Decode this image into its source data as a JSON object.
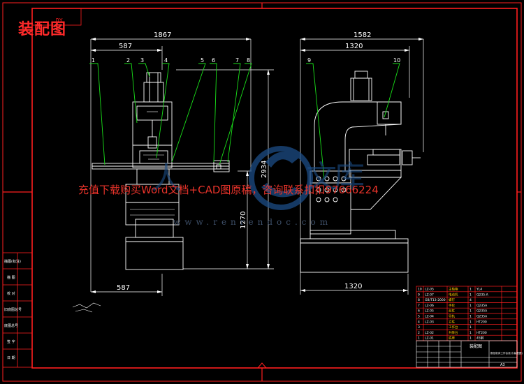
{
  "drawing": {
    "title": "装配图",
    "watermark_ad": "充值下载购买Word文档+CAD图原稿，咨询联系扣扣97666224",
    "watermark_url": "www.renrendoc.com",
    "logo_chars": [
      "人",
      "文",
      "库"
    ],
    "corner_mark": "DY",
    "colors": {
      "frame": "#ff1f1f",
      "dimension": "#ffffff",
      "leader": "#19e019",
      "machine": "#ffffff",
      "parts": "#ffffff",
      "watermark": "#1c4d86"
    }
  },
  "front_view": {
    "dims": {
      "overall_width": "1867",
      "upper_width": "587",
      "lower_width": "587",
      "overall_height": "2934",
      "lower_height": "1270"
    },
    "callouts": [
      "1",
      "2",
      "3",
      "4",
      "5",
      "6",
      "7",
      "8"
    ]
  },
  "side_view": {
    "dims": {
      "overall_width": "1582",
      "upper_width": "1320",
      "lower_width": "1320"
    },
    "callouts": [
      "9",
      "10"
    ]
  },
  "left_strip": {
    "labels": [
      "描图(标注)",
      "描 图",
      "校 对",
      "旧底图总号",
      "底图总号",
      "签 字",
      "日 期"
    ]
  },
  "parts_list": [
    {
      "seq": "10",
      "code": "LZ-05",
      "name": "主轴箱",
      "qty": "1",
      "material": "YL4"
    },
    {
      "seq": "9",
      "code": "LZ-07",
      "name": "电动机",
      "qty": "1",
      "material": "Q235-A"
    },
    {
      "seq": "8",
      "code": "GB/T13-2000",
      "name": "螺钉",
      "qty": "4",
      "material": ""
    },
    {
      "seq": "7",
      "code": "LZ-06",
      "name": "手轮",
      "qty": "1",
      "material": "Q235A"
    },
    {
      "seq": "6",
      "code": "LZ-05",
      "name": "丝杠",
      "qty": "1",
      "material": "Q235A"
    },
    {
      "seq": "5",
      "code": "LZ-04",
      "name": "导轨",
      "qty": "1",
      "material": "Q235A"
    },
    {
      "seq": "4",
      "code": "LZ-03",
      "name": "立柱",
      "qty": "1",
      "material": "HT200"
    },
    {
      "seq": "3",
      "code": "",
      "name": "工作台",
      "qty": "1",
      "material": ""
    },
    {
      "seq": "2",
      "code": "LZ-02",
      "name": "升降台",
      "qty": "1",
      "material": "HT200"
    },
    {
      "seq": "1",
      "code": "LZ-01",
      "name": "底座",
      "qty": "1",
      "material": "45钢"
    }
  ],
  "title_block": {
    "drawing_name": "装配图",
    "scale": "A3",
    "company": "数控机床工作台设计(装配图)"
  }
}
